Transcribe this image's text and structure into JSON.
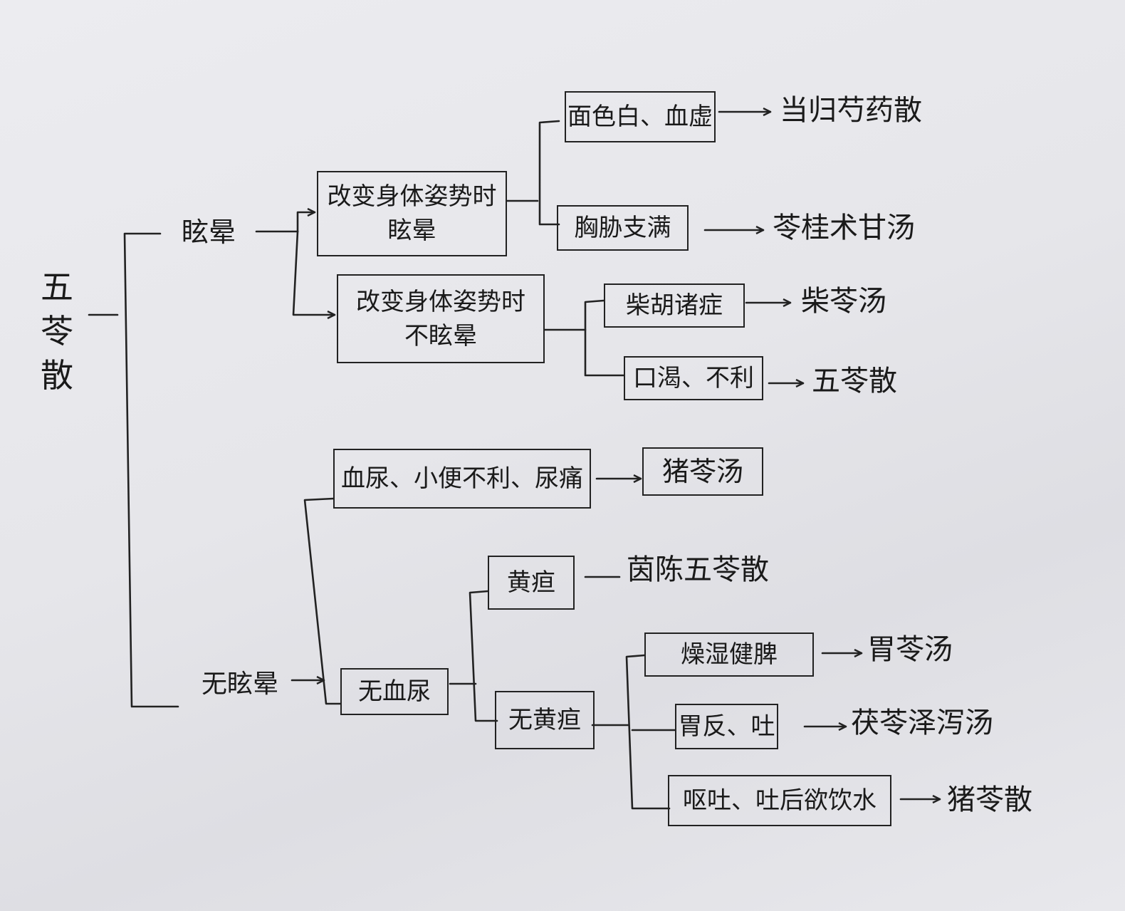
{
  "root": {
    "chars": [
      "五",
      "苓",
      "散"
    ]
  },
  "dizzy": {
    "label": "眩晕"
  },
  "no_dizzy": {
    "label": "无眩晕"
  },
  "posture_dizzy": {
    "line1": "改变身体姿势时",
    "line2": "眩晕"
  },
  "posture_not_dizzy": {
    "line1": "改变身体姿势时",
    "line2": "不眩晕"
  },
  "pale_blood_def": {
    "label": "面色白、血虚",
    "result": "当归芍药散"
  },
  "chest_fullness": {
    "label": "胸胁支满",
    "result": "苓桂术甘汤"
  },
  "chaihu_signs": {
    "label": "柴胡诸症",
    "result": "柴苓汤"
  },
  "thirst_urine": {
    "label": "口渴、不利",
    "result": "五苓散"
  },
  "hematuria_pain": {
    "label": "血尿、小便不利、尿痛",
    "result": "猪苓汤"
  },
  "no_hematuria": {
    "label": "无血尿"
  },
  "jaundice": {
    "label": "黄疸",
    "result": "茵陈五苓散"
  },
  "no_jaundice": {
    "label": "无黄疸"
  },
  "damp_spleen": {
    "label": "燥湿健脾",
    "result": "胃苓汤"
  },
  "stomach_vomit": {
    "label": "胃反、吐",
    "result": "茯苓泽泻汤"
  },
  "vomit_drink": {
    "label": "呕吐、吐后欲饮水",
    "result": "猪苓散"
  },
  "colors": {
    "ink": "#1a1a1a",
    "paper": "#e8e8ec"
  }
}
